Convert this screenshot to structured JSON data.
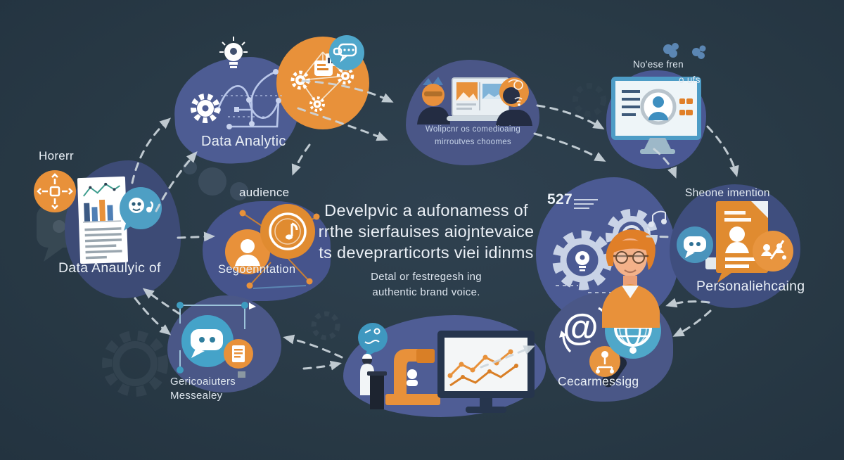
{
  "palette": {
    "background": "#293a46",
    "blob_blue": "#4d5c93",
    "blob_blue_dark": "#3d4b76",
    "blob_indigo": "#4a5787",
    "orange": "#e8913a",
    "orange_deep": "#e08b30",
    "teal": "#48a3c8",
    "steel_blue": "#5b86b3",
    "text_light": "#eaf0f6",
    "arrow": "#cdd6dd"
  },
  "nodes": {
    "horerr": {
      "label": "Horerr"
    },
    "data_analytic": {
      "label": "Data Analytic"
    },
    "workflow": {
      "caption1": "Wolipcnr os comedioaing",
      "caption2": "mirroutves choomes"
    },
    "noese": {
      "line1": "No'ese fren",
      "line2": "o ufs"
    },
    "doc_report": {
      "label": "Data Anaulyic of"
    },
    "audience": {
      "title": "audience",
      "label": "Segoenntation"
    },
    "center_text": {
      "line1": "Develpvic a aufonamess of",
      "line2": "rrthe sierfauises aiojntevaice",
      "line3": "ts deveprarticorts viei idinms",
      "sub1": "Detal or festregesh ing",
      "sub2": "authentic brand voice."
    },
    "gears": {
      "number": "527"
    },
    "sheone": {
      "title": "Sheone imention",
      "label": "Personaliehcaing"
    },
    "messaging": {
      "line1": "Gericoaiuters",
      "line2": "Messealey"
    },
    "outreach": {
      "label": "Cecarmessigg",
      "symbol": "@"
    }
  }
}
